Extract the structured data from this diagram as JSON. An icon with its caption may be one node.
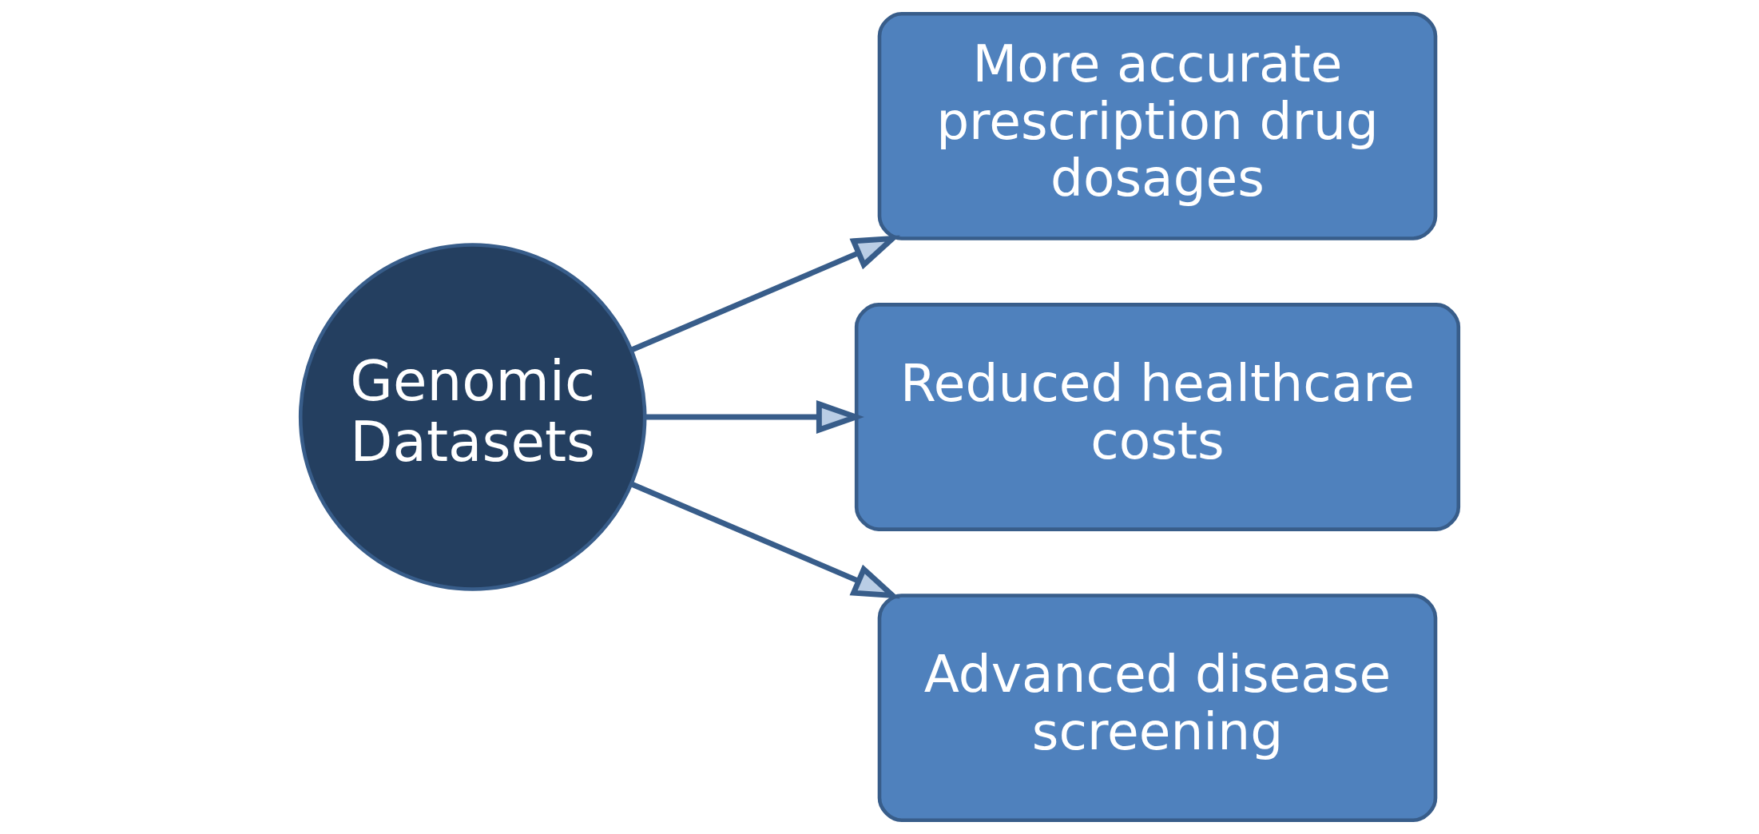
{
  "diagram": {
    "nodes": [
      {
        "text": [
          "Genomic Datasets"
        ]
      },
      {
        "text": [
          "More accurate prescription drug dosages"
        ]
      },
      {
        "text": [
          "Reduced healthcare costs"
        ]
      },
      {
        "text": [
          "Advanced disease screening"
        ]
      }
    ],
    "edges": [
      {
        "from": 0,
        "to": 1,
        "arrow": "to"
      },
      {
        "from": 0,
        "to": 2,
        "arrow": "to"
      },
      {
        "from": 0,
        "to": 3,
        "arrow": "to"
      }
    ]
  }
}
